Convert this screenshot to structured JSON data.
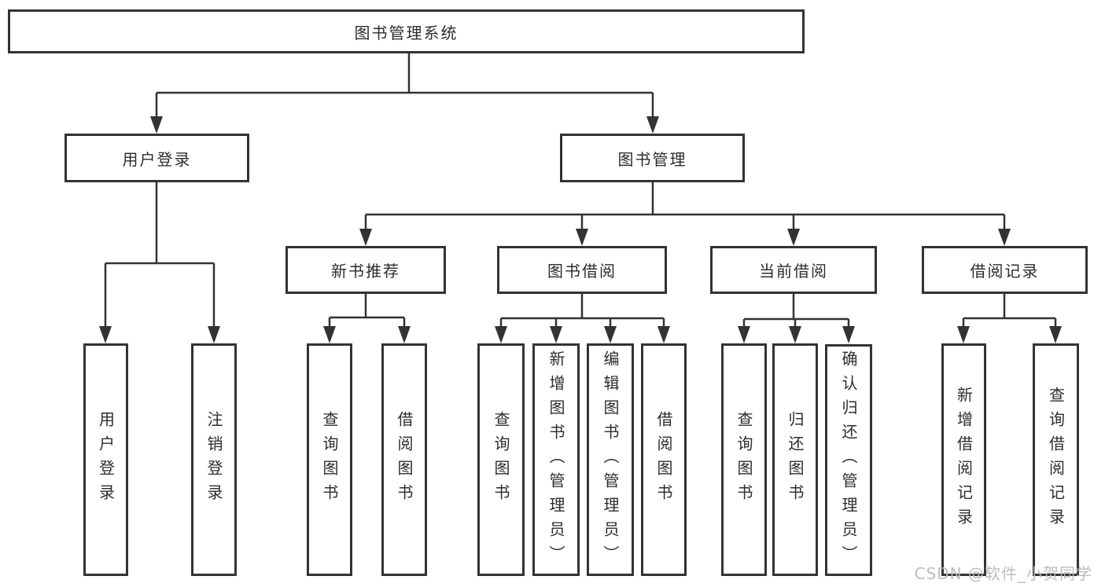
{
  "diagram_type": "hierarchy-tree",
  "tree": {
    "label": "图书管理系统",
    "children": [
      {
        "label": "用户登录",
        "children": [
          {
            "label": "用户登录"
          },
          {
            "label": "注销登录"
          }
        ]
      },
      {
        "label": "图书管理",
        "children": [
          {
            "label": "新书推荐",
            "children": [
              {
                "label": "查询图书"
              },
              {
                "label": "借阅图书"
              }
            ]
          },
          {
            "label": "图书借阅",
            "children": [
              {
                "label": "查询图书"
              },
              {
                "label": "新增图书（管理员）"
              },
              {
                "label": "编辑图书（管理员）"
              },
              {
                "label": "借阅图书"
              }
            ]
          },
          {
            "label": "当前借阅",
            "children": [
              {
                "label": "查询图书"
              },
              {
                "label": "归还图书"
              },
              {
                "label": "确认归还（管理员）"
              }
            ]
          },
          {
            "label": "借阅记录",
            "children": [
              {
                "label": "新增借阅记录"
              },
              {
                "label": "查询借阅记录"
              }
            ]
          }
        ]
      }
    ]
  },
  "watermark": "CSDN @软件_小贺同学",
  "colors": {
    "line": "#333333",
    "box_border": "#333333",
    "box_background": "#ffffff",
    "text": "#2d2d2d",
    "watermark": "#b9b9b9",
    "background": "#ffffff"
  }
}
